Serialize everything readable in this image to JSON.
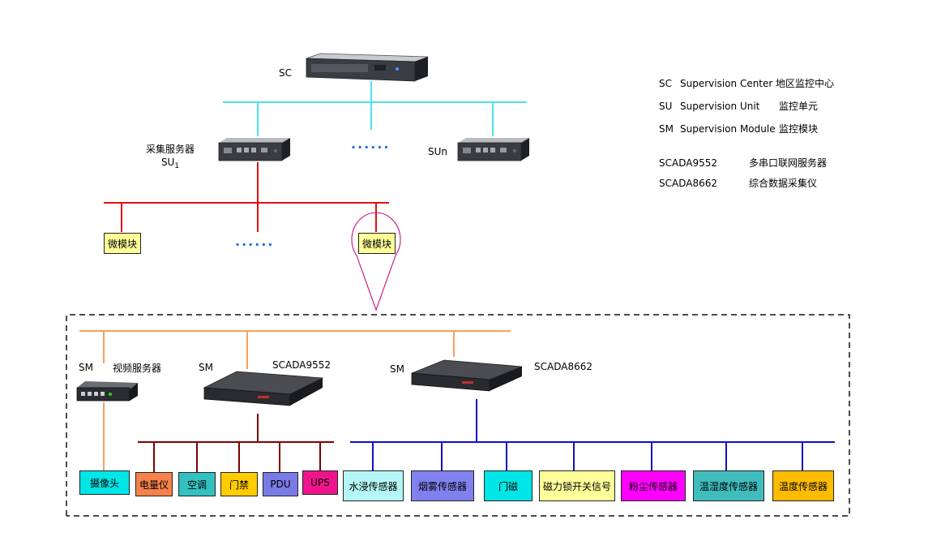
{
  "top": {
    "sc_label": "SC",
    "su1_cn": "采集服务器",
    "su1_label": "SU",
    "su1_sub": "1",
    "sun_label": "SUn",
    "ellipsis": "······"
  },
  "modules": {
    "left": "微模块",
    "right": "微模块",
    "ellipsis": "······"
  },
  "legend": {
    "sc": {
      "abbr": "SC",
      "en": "Supervision Center",
      "cn": "地区监控中心"
    },
    "su": {
      "abbr": "SU",
      "en": "Supervision Unit",
      "cn": "监控单元"
    },
    "sm": {
      "abbr": "SM",
      "en": "Supervision Module",
      "cn": "监控模块"
    },
    "scada9552": {
      "name": "SCADA9552",
      "cn": "多串口联网服务器"
    },
    "scada8662": {
      "name": "SCADA8662",
      "cn": "综合数据采集仪"
    }
  },
  "sm_devices": {
    "video": {
      "sm": "SM",
      "name": "视频服务器"
    },
    "scada9552": {
      "sm": "SM",
      "name": "SCADA9552"
    },
    "scada8662": {
      "sm": "SM",
      "name": "SCADA8662"
    }
  },
  "endpoints": [
    {
      "label": "摄像头",
      "color": "#00e5e5"
    },
    {
      "label": "电量仪",
      "color": "#f5824a"
    },
    {
      "label": "空调",
      "color": "#33c0c0"
    },
    {
      "label": "门禁",
      "color": "#ffcc00"
    },
    {
      "label": "PDU",
      "color": "#7a7ae6"
    },
    {
      "label": "UPS",
      "color": "#f0148c"
    },
    {
      "label": "水浸传感器",
      "color": "#b4f5f5"
    },
    {
      "label": "烟雾传感器",
      "color": "#8080ee"
    },
    {
      "label": "门磁",
      "color": "#00e5e5"
    },
    {
      "label": "磁力锁开关信号",
      "color": "#ffff99"
    },
    {
      "label": "粉尘传感器",
      "color": "#ff00ff"
    },
    {
      "label": "温湿度传感器",
      "color": "#40bcbc"
    },
    {
      "label": "温度传感器",
      "color": "#ffbb00"
    }
  ],
  "colors": {
    "top_bus": "#4fe0f0",
    "su_bus": "#e01010",
    "sm_bus": "#f5a060",
    "local_bus_9552": "#800000",
    "local_bus_8662": "#1010c0",
    "camera_link": "#f5a060",
    "callout": "#d0208c"
  }
}
